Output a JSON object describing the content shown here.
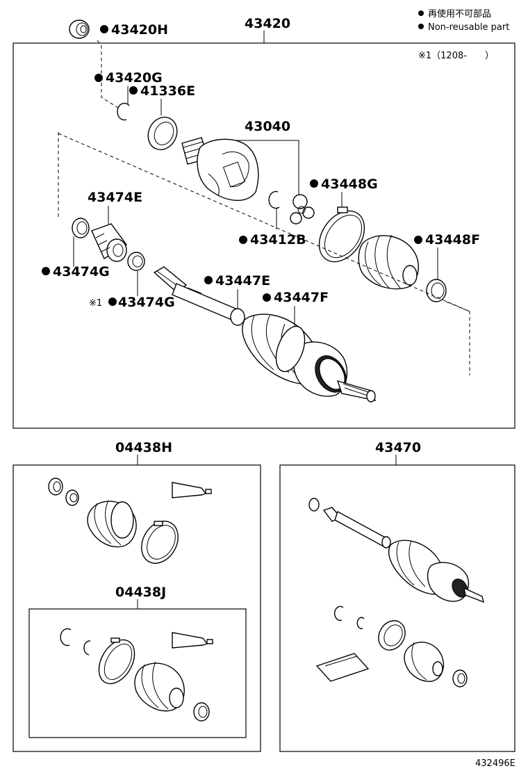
{
  "legend": {
    "jp": "再使用不可部品",
    "en": "Non-reusable part",
    "marker": "●"
  },
  "note": "※1（1208-　　）",
  "groups": {
    "main": "43420",
    "boot_kit_outer": "04438H",
    "boot_kit_inner": "04438J",
    "shaft_assy": "43470"
  },
  "parts": {
    "p43420H": "43420H",
    "p43420G": "43420G",
    "p41336E": "41336E",
    "p43040": "43040",
    "p43448G": "43448G",
    "p43474E": "43474E",
    "p43412B": "43412B",
    "p43448F": "43448F",
    "p43474G_a": "43474G",
    "p43447E": "43447E",
    "p43447F": "43447F",
    "p43474G_b": "43474G",
    "note_marker": "※1"
  },
  "diagram_id": "432496E",
  "colors": {
    "ink": "#000000",
    "paper": "#ffffff"
  }
}
